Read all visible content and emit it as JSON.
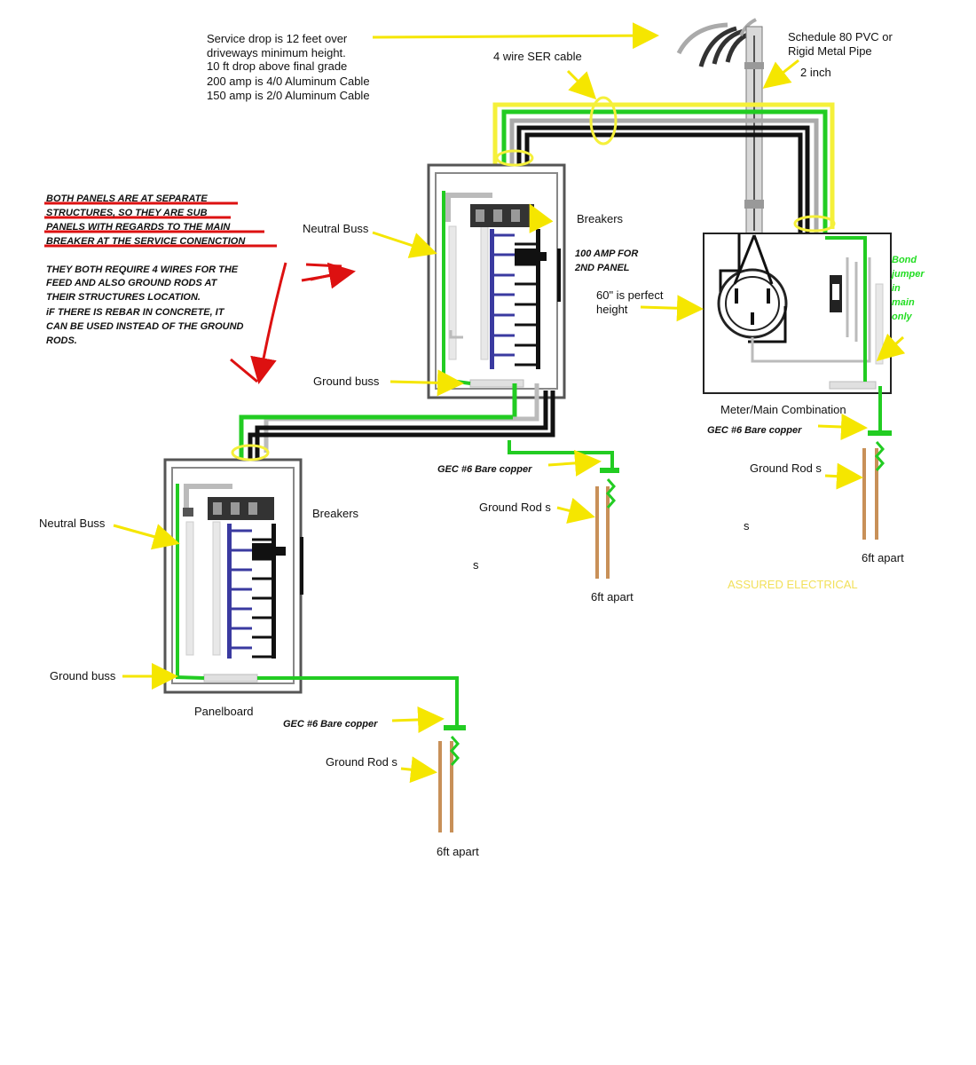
{
  "diagram": {
    "service_drop_notes": [
      "Service drop is 12 feet over",
      "driveways minimum height.",
      "10 ft drop above final grade",
      "200 amp is 4/0 Aluminum Cable",
      "150 amp is 2/0 Aluminum Cable"
    ],
    "ser_cable": "4 wire SER cable",
    "pipe_label": [
      "Schedule 80 PVC or",
      "Rigid Metal Pipe"
    ],
    "pipe_size": "2 inch",
    "red_notes_underlined": [
      "BOTH PANELS ARE AT SEPARATE",
      "STRUCTURES, SO THEY ARE SUB",
      "PANELS WITH REGARDS TO THE MAIN",
      "BREAKER AT THE SERVICE CONENCTION"
    ],
    "red_notes_plain": [
      "THEY BOTH REQUIRE 4 WIRES FOR THE",
      "FEED AND ALSO GROUND RODS AT",
      "THEIR STRUCTURES LOCATION.",
      "iF THERE IS REBAR IN CONCRETE, IT",
      "CAN BE USED INSTEAD OF THE GROUND",
      "RODS."
    ],
    "panel1": {
      "neutral_buss": "Neutral Buss",
      "breakers": "Breakers",
      "amp_note": [
        "100 AMP FOR",
        "2ND PANEL"
      ],
      "ground_buss": "Ground buss",
      "gec": "GEC #6 Bare copper",
      "ground_rods": "Ground Rod s",
      "apart": "6ft apart",
      "stray": "s"
    },
    "meter": {
      "height_note": [
        "60\" is perfect",
        "height"
      ],
      "title": "Meter/Main Combination",
      "bond_jumper": [
        "Bond",
        "jumper",
        "in",
        "main",
        "only"
      ],
      "gec": "GEC #6 Bare copper",
      "ground_rods": "Ground Rod s",
      "apart": "6ft apart",
      "stray": "s",
      "watermark": "ASSURED ELECTRICAL"
    },
    "panel2": {
      "neutral_buss": "Neutral Buss",
      "breakers": "Breakers",
      "ground_buss": "Ground buss",
      "title": "Panelboard",
      "gec": "GEC #6 Bare copper",
      "ground_rods": "Ground Rod s",
      "apart": "6ft apart"
    }
  }
}
